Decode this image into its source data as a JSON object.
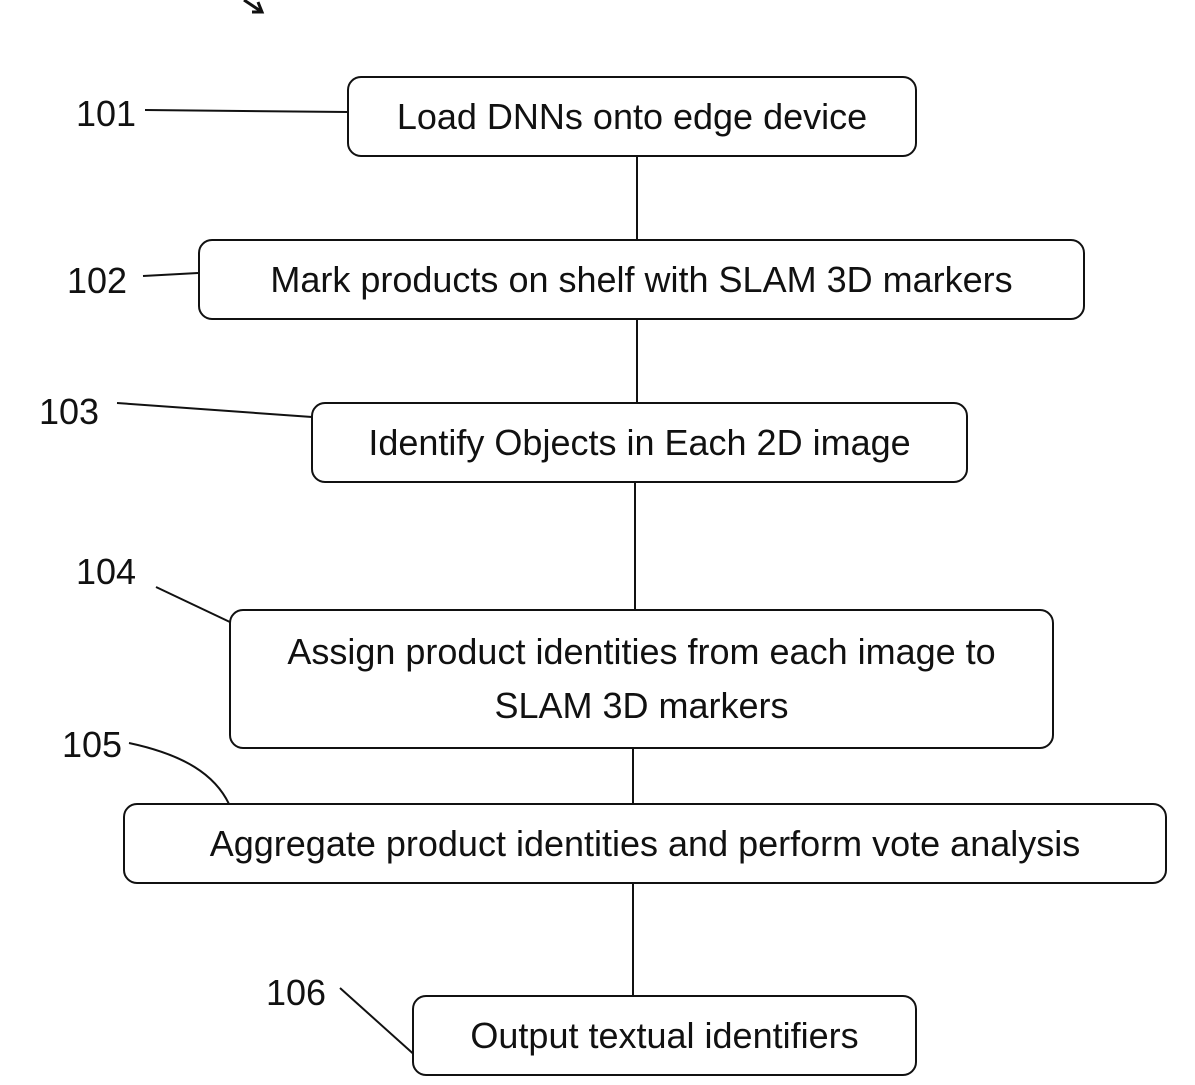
{
  "steps": [
    {
      "id": "101",
      "text": "Load DNNs onto edge device"
    },
    {
      "id": "102",
      "text": "Mark products on shelf with SLAM 3D markers"
    },
    {
      "id": "103",
      "text": "Identify Objects in Each 2D image"
    },
    {
      "id": "104",
      "text": "Assign product identities from each image to SLAM 3D markers"
    },
    {
      "id": "105",
      "text": "Aggregate product identities and perform vote analysis"
    },
    {
      "id": "106",
      "text": "Output textual identifiers"
    }
  ]
}
